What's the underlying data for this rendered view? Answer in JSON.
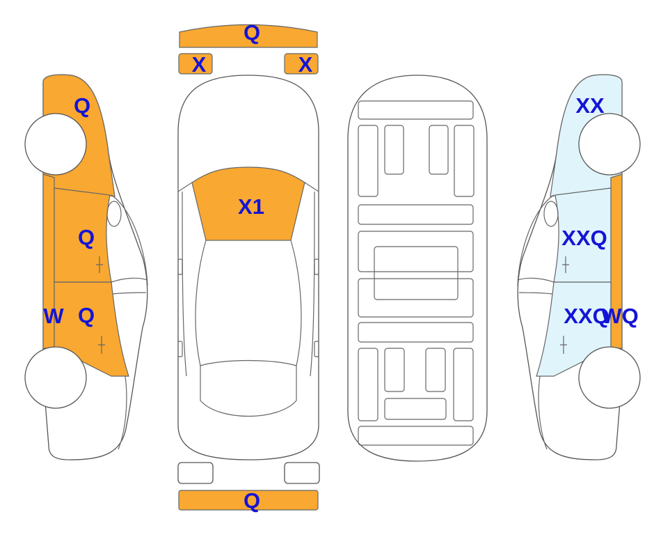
{
  "colors": {
    "damaged": "#F9A832",
    "highlight": "#E0F4FB",
    "label": "#1414D6",
    "outline": "#555555"
  },
  "labels": {
    "front_bumper": "Q",
    "front_left_light": "X",
    "front_right_light": "X",
    "windshield": "X1",
    "rear_bumper": "Q",
    "left_front_fender": "Q",
    "left_front_door": "Q",
    "left_rear_door": "Q",
    "left_sill": "W",
    "right_front_fender": "XX",
    "right_front_door": "XXQ",
    "right_rear_door": "XXQ",
    "right_sill": "WQ"
  }
}
